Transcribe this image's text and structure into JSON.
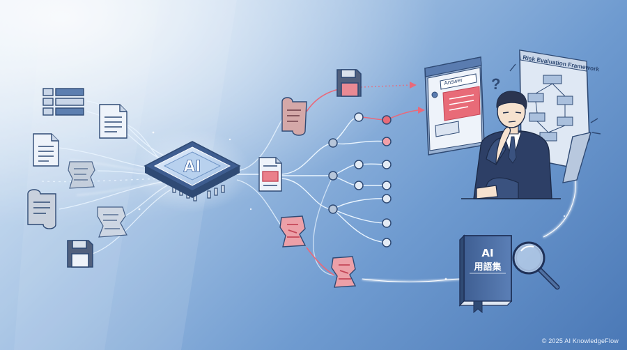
{
  "chip": {
    "label": "AI"
  },
  "answer_window": {
    "title": "Answer"
  },
  "framework": {
    "title": "Risk Evaluation Framework"
  },
  "person": {
    "thought": "?"
  },
  "glossary_book": {
    "line1": "AI",
    "line2": "用語集"
  },
  "footer": {
    "copyright": "© 2025 AI KnowledgeFlow"
  },
  "colors": {
    "background_dark": "#4a78b6",
    "background_light": "#dbe8f5",
    "flow_line": "#e6f3ff",
    "alert_red": "#e05563",
    "book": "#4f6fa0",
    "suit": "#2d3f66"
  }
}
